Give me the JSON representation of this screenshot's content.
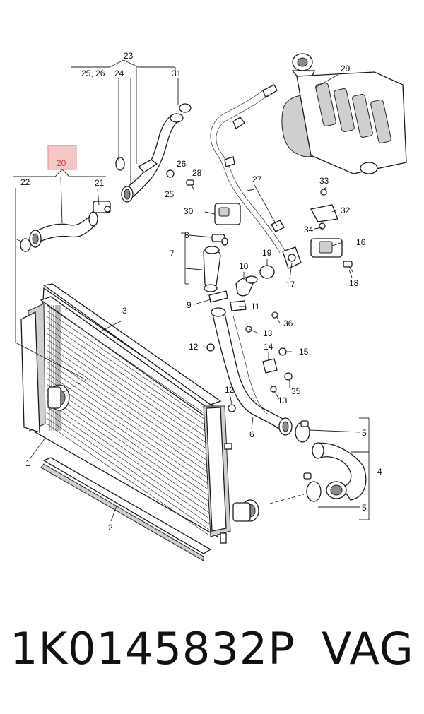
{
  "callouts": {
    "c1": "1",
    "c2": "2",
    "c3": "3",
    "c4": "4",
    "c5a": "5",
    "c5b": "5",
    "c6": "6",
    "c7": "7",
    "c8": "8",
    "c9": "9",
    "c10": "10",
    "c11": "11",
    "c12a": "12",
    "c12b": "12",
    "c13a": "13",
    "c13b": "13",
    "c14": "14",
    "c15": "15",
    "c16": "16",
    "c17": "17",
    "c18": "18",
    "c19": "19",
    "c20": "20",
    "c21": "21",
    "c22": "22",
    "c23": "23",
    "c24": "24",
    "c25_26": "25, 26",
    "c25": "25",
    "c26": "26",
    "c27": "27",
    "c28": "28",
    "c29": "29",
    "c30": "30",
    "c31": "31",
    "c32": "32",
    "c33": "33",
    "c34": "34",
    "c35": "35",
    "c36": "36"
  },
  "highlight_color": "#f7c6c6",
  "highlight_border": "#e08a8a",
  "footer": {
    "part_number": "1K0145832P",
    "brand": "VAG"
  }
}
